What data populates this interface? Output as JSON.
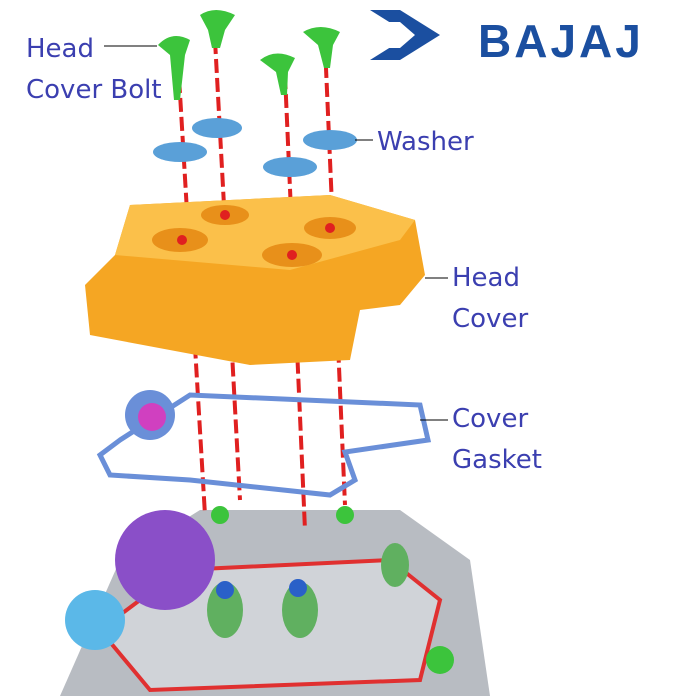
{
  "brand": {
    "name": "BAJAJ",
    "color": "#1b4fa0"
  },
  "labels": {
    "head_cover_bolt": [
      "Head",
      "Cover Bolt"
    ],
    "washer": "Washer",
    "head_cover": [
      "Head",
      "Cover"
    ],
    "cover_gasket": [
      "Cover",
      "Gasket"
    ]
  },
  "colors": {
    "label": "#3b3fb0",
    "bolt": "#3cc43c",
    "washer": "#5aa0d8",
    "cover": "#f5a623",
    "gasket": "#6a8fd8",
    "axis_line": "#e02020"
  }
}
